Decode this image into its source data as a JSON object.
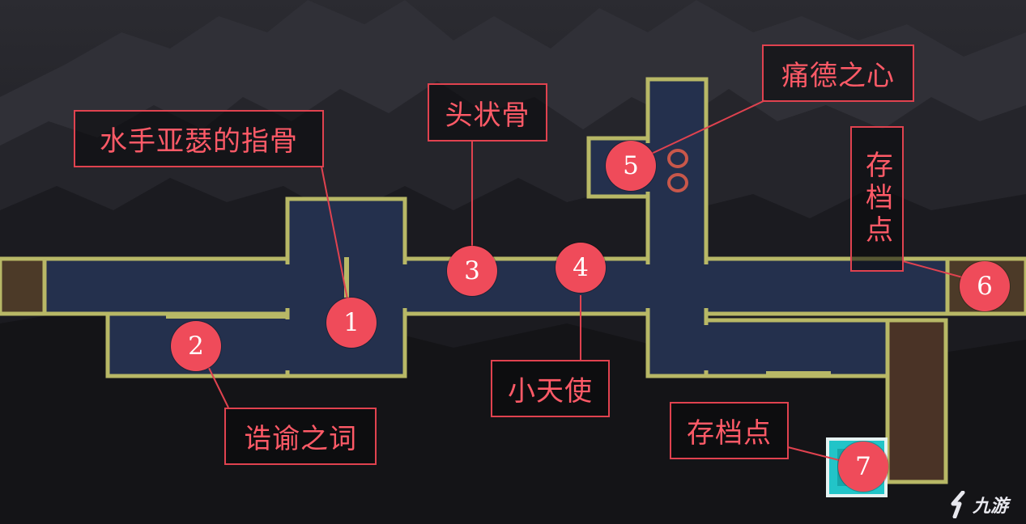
{
  "map": {
    "markers": [
      {
        "id": "1",
        "label": "1"
      },
      {
        "id": "2",
        "label": "2"
      },
      {
        "id": "3",
        "label": "3"
      },
      {
        "id": "4",
        "label": "4"
      },
      {
        "id": "5",
        "label": "5"
      },
      {
        "id": "6",
        "label": "6"
      },
      {
        "id": "7",
        "label": "7"
      }
    ],
    "callouts": {
      "c1": "水手亚瑟的指骨",
      "c2": "诰谕之词",
      "c3": "头状骨",
      "c4": "小天使",
      "c5": "痛德之心",
      "c6": "存档点",
      "c7": "存档点"
    }
  },
  "watermark": {
    "text": "九游",
    "icon": "nine-game-logo-icon"
  },
  "colors": {
    "room_fill": "#24304d",
    "room_border": "#b8b866",
    "exit_brown": "#4c3a28",
    "passage_brown": "#4a3326",
    "marker": "#ef4b5a",
    "callout": "#e0424f",
    "save_point": "#22c4c8"
  }
}
